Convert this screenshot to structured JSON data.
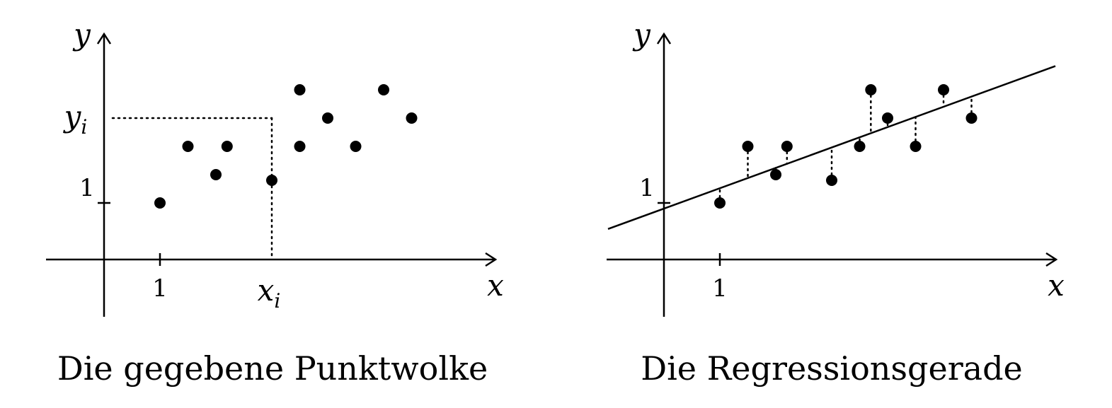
{
  "chart_data": [
    {
      "type": "scatter",
      "title": "Die gegebene Punktwolke",
      "xlabel": "x",
      "ylabel": "y",
      "x_tick_labels": [
        "1"
      ],
      "y_tick_labels": [
        "1"
      ],
      "highlight": {
        "x_label": "x",
        "x_sub": "i",
        "y_label": "y",
        "y_sub": "i",
        "x": 3.0,
        "y": 2.5
      },
      "xlim": [
        -1.0,
        7.0
      ],
      "ylim": [
        -1.0,
        4.0
      ],
      "points": [
        {
          "x": 1.0,
          "y": 1.0
        },
        {
          "x": 1.5,
          "y": 2.0
        },
        {
          "x": 2.0,
          "y": 1.5
        },
        {
          "x": 2.2,
          "y": 2.0
        },
        {
          "x": 3.0,
          "y": 1.4
        },
        {
          "x": 3.5,
          "y": 3.0
        },
        {
          "x": 3.5,
          "y": 2.0
        },
        {
          "x": 4.0,
          "y": 2.5
        },
        {
          "x": 4.5,
          "y": 2.0
        },
        {
          "x": 5.0,
          "y": 3.0
        },
        {
          "x": 5.5,
          "y": 2.5
        }
      ],
      "grid": false
    },
    {
      "type": "scatter",
      "title": "Die Regressionsgerade",
      "xlabel": "x",
      "ylabel": "y",
      "x_tick_labels": [
        "1"
      ],
      "y_tick_labels": [
        "1"
      ],
      "xlim": [
        -1.0,
        7.0
      ],
      "ylim": [
        -1.0,
        4.0
      ],
      "points": [
        {
          "x": 1.0,
          "y": 1.0
        },
        {
          "x": 1.5,
          "y": 2.0
        },
        {
          "x": 2.0,
          "y": 1.5
        },
        {
          "x": 2.2,
          "y": 2.0
        },
        {
          "x": 3.0,
          "y": 1.4
        },
        {
          "x": 3.5,
          "y": 2.0
        },
        {
          "x": 3.7,
          "y": 3.0
        },
        {
          "x": 4.0,
          "y": 2.5
        },
        {
          "x": 4.5,
          "y": 2.0
        },
        {
          "x": 5.0,
          "y": 3.0
        },
        {
          "x": 5.5,
          "y": 2.5
        }
      ],
      "regression_line": {
        "intercept": 0.9,
        "slope": 0.36
      },
      "residuals_shown": true,
      "grid": false
    }
  ]
}
